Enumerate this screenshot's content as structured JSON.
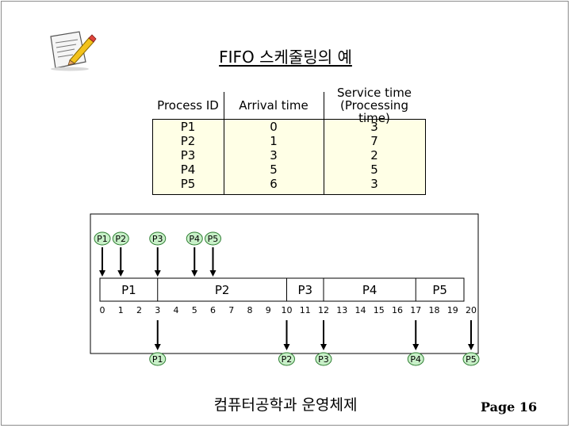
{
  "title": "FIFO 스케줄링의 예",
  "table": {
    "headers": {
      "process_id": "Process ID",
      "arrival": "Arrival time",
      "service_line1": "Service time",
      "service_line2": "(Processing time)"
    },
    "rows": [
      {
        "id": "P1",
        "arrival": "0",
        "service": "3"
      },
      {
        "id": "P2",
        "arrival": "1",
        "service": "7"
      },
      {
        "id": "P3",
        "arrival": "3",
        "service": "2"
      },
      {
        "id": "P4",
        "arrival": "5",
        "service": "5"
      },
      {
        "id": "P5",
        "arrival": "6",
        "service": "3"
      }
    ]
  },
  "arrivals": [
    {
      "label": "P1",
      "time": 0
    },
    {
      "label": "P2",
      "time": 1
    },
    {
      "label": "P3",
      "time": 3
    },
    {
      "label": "P4",
      "time": 5
    },
    {
      "label": "P5",
      "time": 6
    }
  ],
  "gantt": [
    {
      "label": "P1",
      "start": 0,
      "end": 3
    },
    {
      "label": "P2",
      "start": 3,
      "end": 10
    },
    {
      "label": "P3",
      "start": 10,
      "end": 12
    },
    {
      "label": "P4",
      "start": 12,
      "end": 17
    },
    {
      "label": "P5",
      "start": 17,
      "end": 20
    }
  ],
  "ticks": [
    "0",
    "1",
    "2",
    "3",
    "4",
    "5",
    "6",
    "7",
    "8",
    "9",
    "10",
    "11",
    "12",
    "13",
    "14",
    "15",
    "16",
    "17",
    "18",
    "19",
    "20"
  ],
  "completions": [
    {
      "label": "P1",
      "time": 3
    },
    {
      "label": "P2",
      "time": 10
    },
    {
      "label": "P3",
      "time": 12
    },
    {
      "label": "P4",
      "time": 17
    },
    {
      "label": "P5",
      "time": 20
    }
  ],
  "footer": "컴퓨터공학과 운영체제",
  "page_label": "Page 16",
  "colors": {
    "table_fill": "#ffffe6",
    "marker_fill": "#c8f0c8"
  }
}
